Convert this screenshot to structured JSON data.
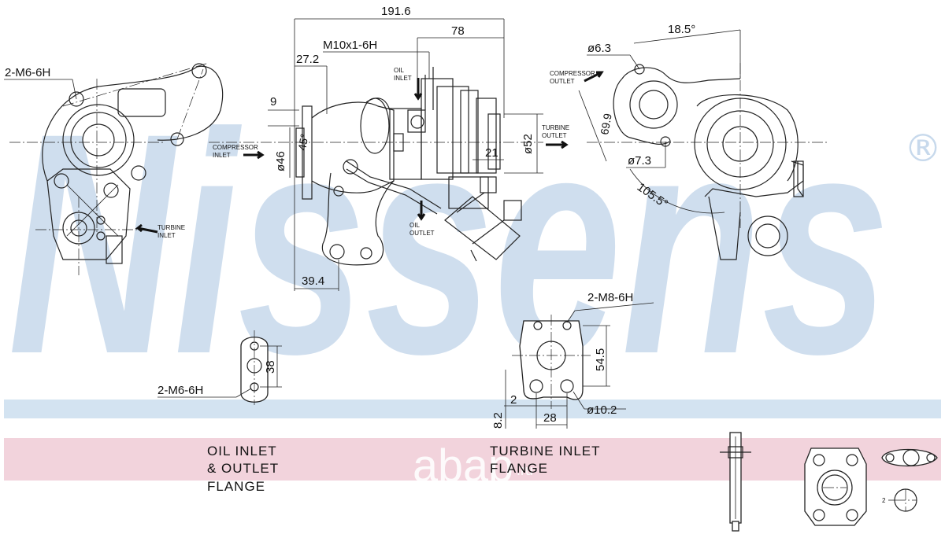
{
  "watermark": {
    "brand": "Nissens",
    "registered_mark": "®",
    "overlay_brand": "abap",
    "overlay_suffix": ".ru",
    "colors": {
      "blue": "#c7d9ec",
      "pink": "#f2d3dc",
      "band_blue": "#d3e3f1"
    }
  },
  "labels": {
    "two_m6_6h_top": "2-M6-6H",
    "turbine_inlet_left": [
      "TURBINE",
      "INLET"
    ],
    "compressor_inlet": [
      "COMPRESSOR",
      "INLET"
    ],
    "oil_inlet": [
      "OIL",
      "INLET"
    ],
    "oil_outlet": [
      "OIL",
      "OUTLET"
    ],
    "turbine_outlet": [
      "TURBINE",
      "OUTLET"
    ],
    "compressor_outlet": [
      "COMPRESSOR",
      "OUTLET"
    ],
    "thread_m10": "M10x1-6H",
    "two_m8_6h": "2-M8-6H",
    "two_m6_6h_bottom": "2-M6-6H",
    "two_small": "2"
  },
  "dimensions": {
    "d191_6": "191.6",
    "d78": "78",
    "d27_2": "27.2",
    "d9": "9",
    "d46": "ø46",
    "d45deg": "45°",
    "d21": "21",
    "d52": "ø52",
    "d39_4": "39.4",
    "d6_3": "ø6.3",
    "d18_5": "18.5°",
    "d69_9": "69.9",
    "d7_3": "ø7.3",
    "d105_5": "105.5°",
    "d38": "38",
    "d54_5": "54.5",
    "d2": "2",
    "d8_2": "8.2",
    "d28": "28",
    "d10_2": "ø10.2"
  },
  "captions": {
    "oil_flange": [
      "OIL  INLET",
      "&  OUTLET",
      "FLANGE"
    ],
    "turbine_flange": [
      "TURBINE  INLET",
      "FLANGE"
    ]
  }
}
